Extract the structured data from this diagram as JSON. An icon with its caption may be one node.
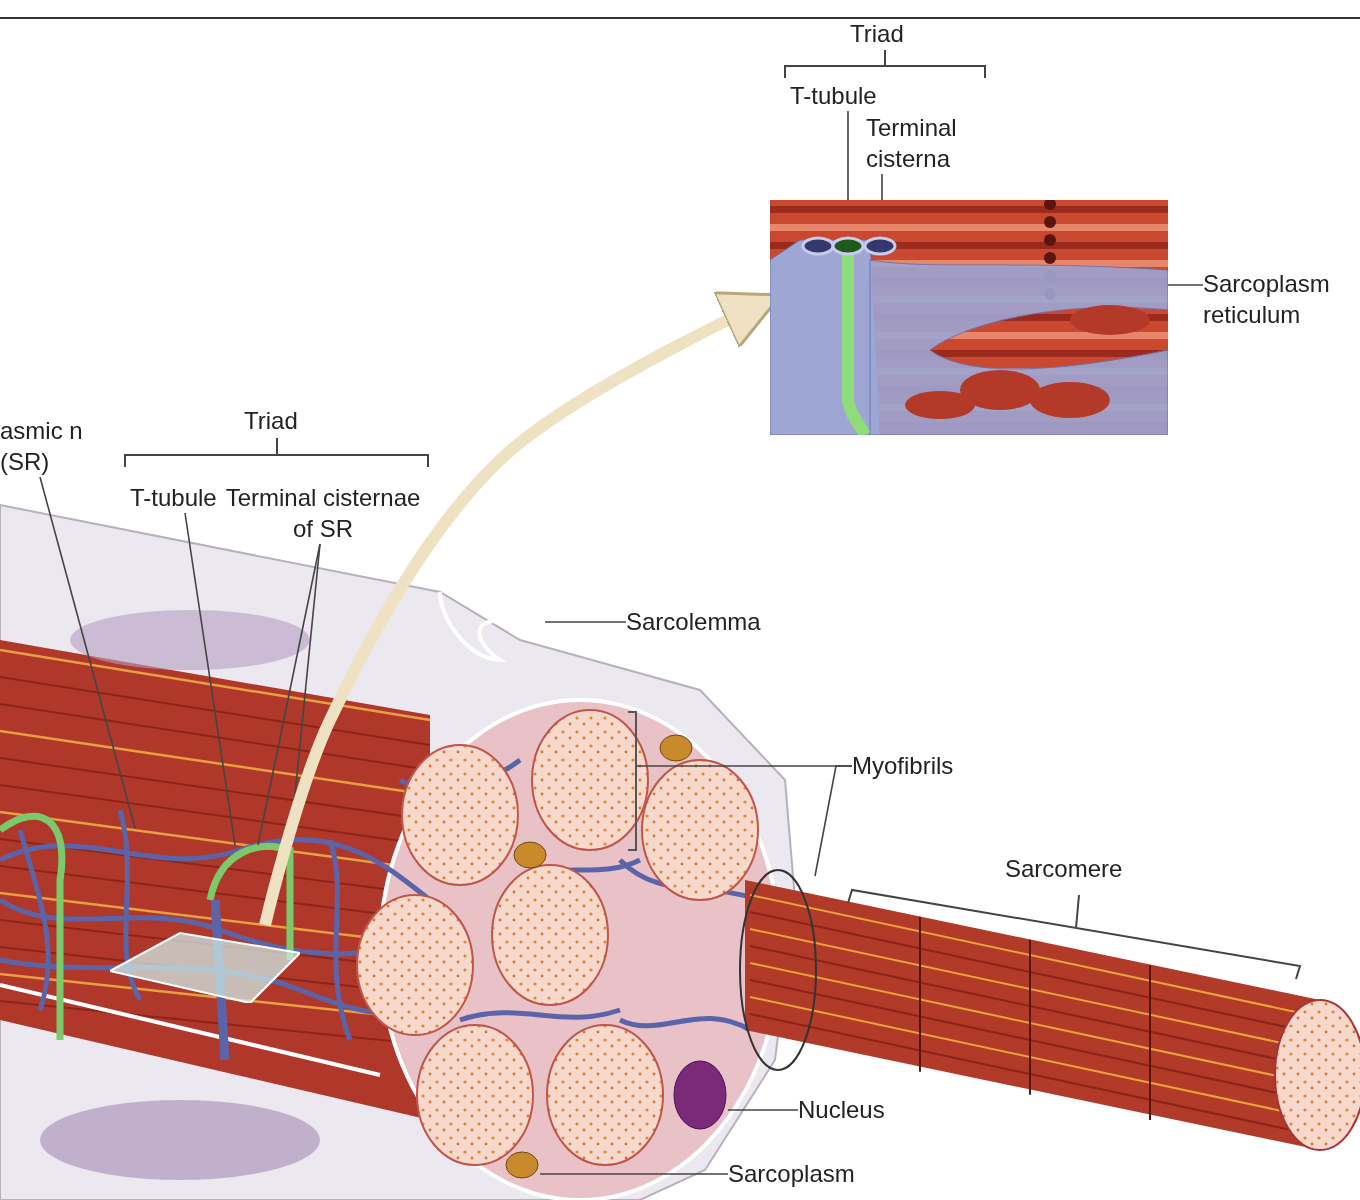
{
  "diagram": {
    "nodes": [
      {
        "text": [
          "T-tubule"
        ]
      },
      {
        "text": [
          "Terminal cisterna"
        ]
      },
      {
        "text": [],
        "shape": "picture"
      },
      {
        "text": [
          "Sarcoplasm reticulum"
        ]
      },
      {
        "text": [
          "asmic n (SR)"
        ]
      },
      {
        "text": [
          "T-tubule"
        ]
      },
      {
        "text": [
          "Terminal cisternae of SR"
        ]
      },
      {
        "text": [
          "Sarcolemma"
        ]
      },
      {
        "text": [
          "Myofibrils"
        ]
      },
      {
        "text": [],
        "shape": "box"
      },
      {
        "text": [
          "Nucleus"
        ]
      },
      {
        "text": [
          "Sarcoplasm"
        ]
      }
    ],
    "edges": [
      {
        "from": 0,
        "to": 2,
        "arrow": "none"
      },
      {
        "from": 1,
        "to": 2,
        "arrow": "none"
      },
      {
        "from": 3,
        "to": 2,
        "arrow": "none"
      },
      {
        "from": 4,
        "to": null,
        "arrow": "none"
      },
      {
        "from": 5,
        "to": null,
        "arrow": "none"
      },
      {
        "from": 6,
        "to": null,
        "arrow": "none"
      },
      {
        "from": 6,
        "to": null,
        "arrow": "none"
      },
      {
        "from": 7,
        "to": null,
        "arrow": "none"
      },
      {
        "from": 8,
        "to": null,
        "arrow": "none"
      },
      {
        "from": 8,
        "to": null,
        "arrow": "none"
      },
      {
        "from": 10,
        "to": null,
        "arrow": "none"
      },
      {
        "from": 11,
        "to": null,
        "arrow": "none"
      },
      {
        "from": 9,
        "to": 2,
        "arrow": "to",
        "style": "thick",
        "color": "#eee2c2"
      }
    ],
    "labels": [
      "Triad",
      "Triad",
      "Sarcomere"
    ]
  }
}
